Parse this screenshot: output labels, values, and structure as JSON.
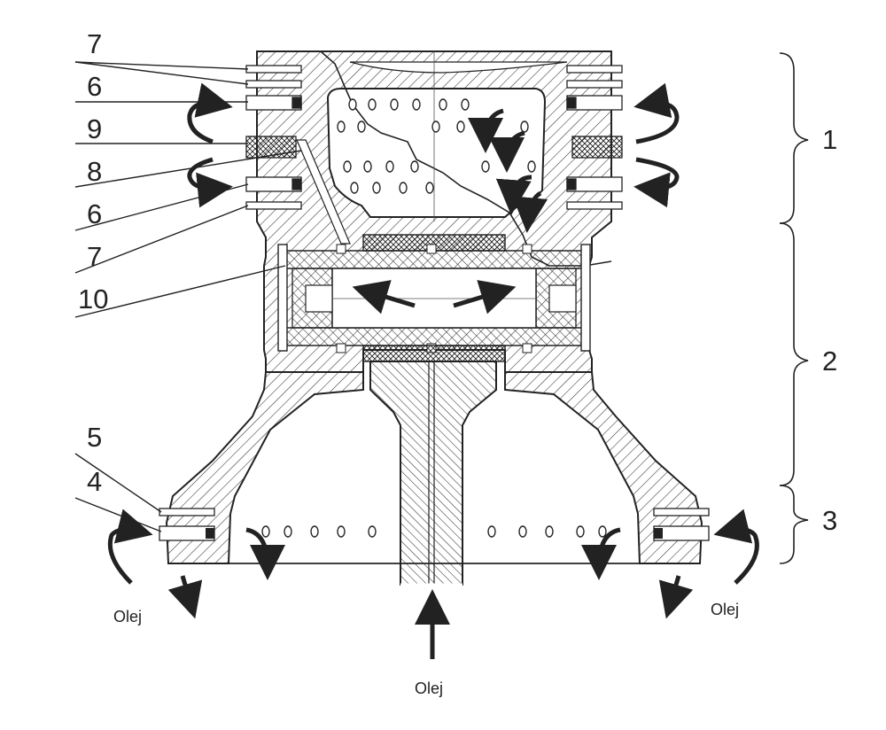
{
  "labels_left": [
    {
      "id": "label-7-top",
      "text": "7"
    },
    {
      "id": "label-6-top",
      "text": "6"
    },
    {
      "id": "label-9",
      "text": "9"
    },
    {
      "id": "label-8",
      "text": "8"
    },
    {
      "id": "label-6-bottom",
      "text": "6"
    },
    {
      "id": "label-7-bottom",
      "text": "7"
    },
    {
      "id": "label-10",
      "text": "10"
    },
    {
      "id": "label-5",
      "text": "5"
    },
    {
      "id": "label-4",
      "text": "4"
    }
  ],
  "labels_right": [
    {
      "id": "region-1",
      "text": "1"
    },
    {
      "id": "region-2",
      "text": "2"
    },
    {
      "id": "region-3",
      "text": "3"
    }
  ],
  "oil_labels": [
    {
      "id": "oil-left",
      "text": "Olej"
    },
    {
      "id": "oil-right",
      "text": "Olej"
    },
    {
      "id": "oil-bottom",
      "text": "Olej"
    }
  ],
  "colors": {
    "ink": "#222222",
    "background": "#ffffff"
  }
}
